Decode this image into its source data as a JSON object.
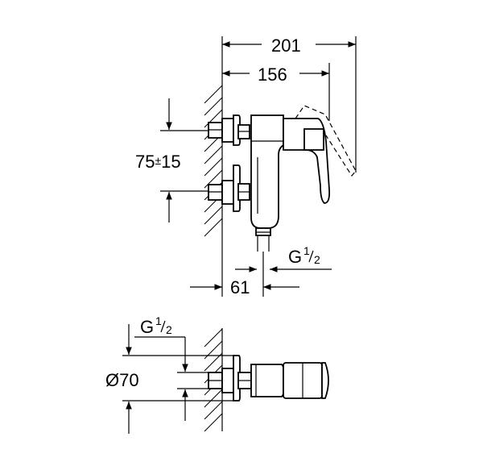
{
  "dimensions": {
    "overall_length": "201",
    "handle_length": "156",
    "centers_main": "75",
    "centers_tolerance": "±15",
    "outlet_offset": "61",
    "outlet_thread_top": {
      "base": "G",
      "num": "1",
      "den": "2"
    },
    "inlet_thread_side": {
      "base": "G",
      "num": "1",
      "den": "2"
    },
    "rosette_diameter": "Ø70"
  }
}
